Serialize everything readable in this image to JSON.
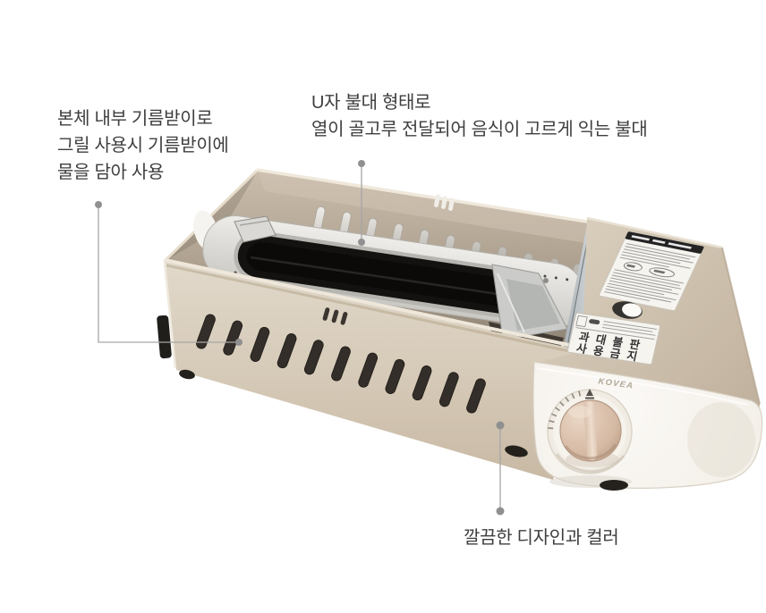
{
  "annotations": {
    "grease_tray": {
      "line1": "본체 내부 기름받이로",
      "line2": "그릴 사용시 기름받이에",
      "line3": "물을 담아 사용"
    },
    "burner": {
      "line1": "U자 불대 형태로",
      "line2": "열이 골고루 전달되어 음식이 고르게 익는 불대"
    },
    "design": {
      "line1": "깔끔한 디자인과 컬러"
    }
  },
  "product": {
    "brand": "KOVEA",
    "warning_label": {
      "row1": "과대불판",
      "row2": "사용금지"
    }
  },
  "colors": {
    "body_beige": "#d7cbb9",
    "interior_tan": "#a89b8a",
    "burner_black": "#141210",
    "metal_silver": "#dcdcd8",
    "knob_pink": "#d7bda9",
    "cap_white": "#f7f4ef",
    "annotation_text": "#3e3e3e",
    "annotation_line": "#a6a6a6"
  }
}
